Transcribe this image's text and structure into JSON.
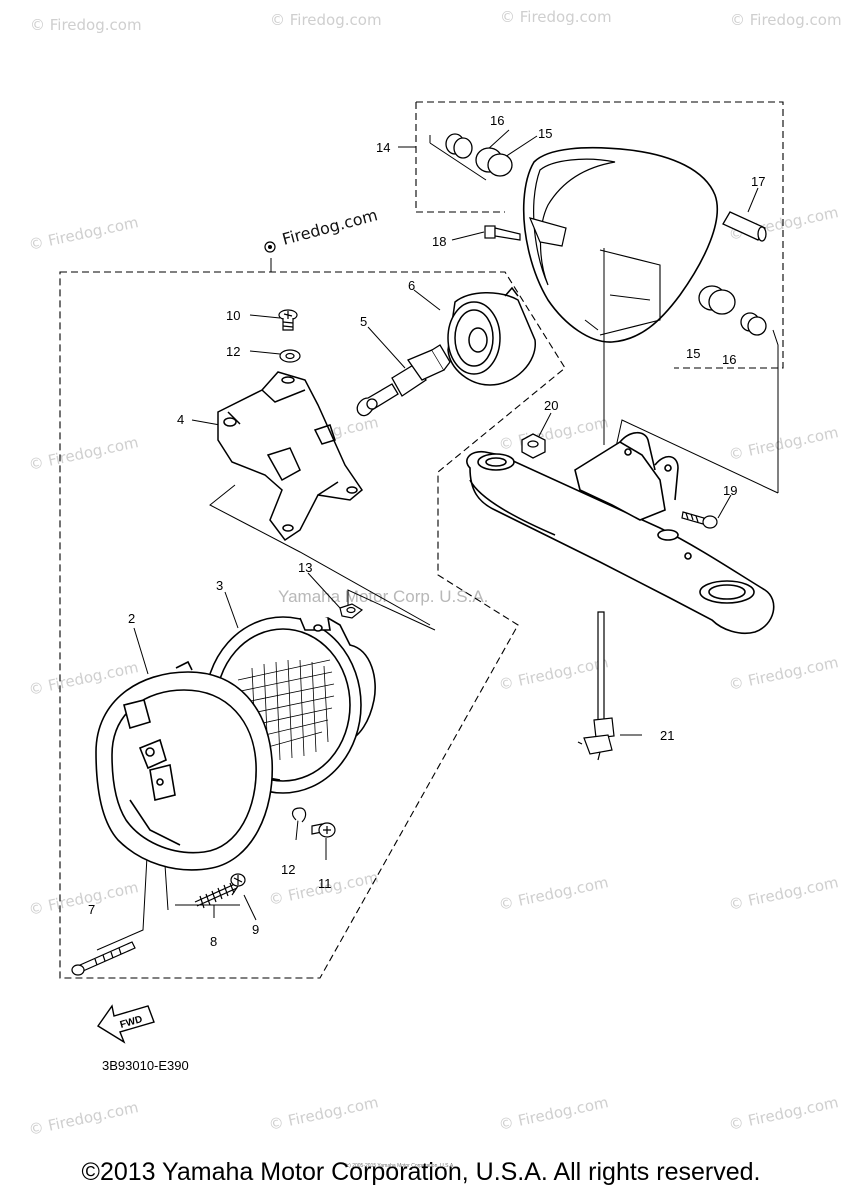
{
  "labels": {
    "p1": "10",
    "p2": "12",
    "p3": "4",
    "p4": "5",
    "p5": "6",
    "p6": "2",
    "p7": "3",
    "p8": "13",
    "p9": "7",
    "p10": "8",
    "p11": "9",
    "p12": "12",
    "p13": "11",
    "p14": "14",
    "p15": "16",
    "p16": "15",
    "p17": "17",
    "p18": "18",
    "p19": "15",
    "p20": "16",
    "p21": "20",
    "p22": "19",
    "p23": "21"
  },
  "watermark": "© Firedog.com",
  "diagram_watermark": "Firedog.com",
  "corp_watermark": "Yamaha Motor Corp. U.S.A.",
  "fwd_label": "FWD",
  "diagram_code": "3B93010-E390",
  "tiny_notice": "(c) 2005-2015 Yamaha Motor Corporation, U.S.A.",
  "copyright": "©2013 Yamaha Motor Corporation, U.S.A. All rights reserved.",
  "colors": {
    "ink": "#000000",
    "watermark": "#cfcfcf",
    "background": "#ffffff"
  }
}
